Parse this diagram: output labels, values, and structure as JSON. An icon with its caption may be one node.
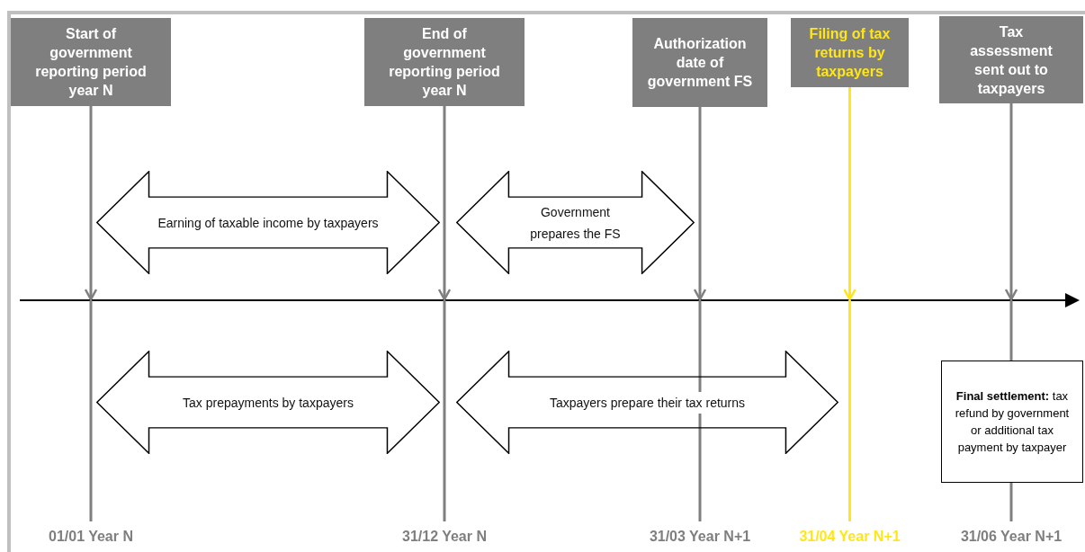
{
  "diagram": {
    "nodes": [
      {
        "text": [
          "Start of government reporting period year N"
        ]
      },
      {
        "text": [
          "End of government reporting period year N"
        ]
      },
      {
        "text": [
          "Authorization date of government FS"
        ]
      },
      {
        "text": [
          "Filing of tax returns by taxpayers"
        ]
      },
      {
        "text": [
          "Tax assessment sent out to taxpayers"
        ]
      },
      {
        "text": [
          "Earning of taxable income by taxpayers"
        ]
      },
      {
        "text": [
          "Government prepares the FS"
        ]
      },
      {
        "text": [
          "Tax prepayments by taxpayers"
        ]
      },
      {
        "text": [
          "Taxpayers prepare their tax returns"
        ]
      },
      {
        "text": [
          "**Final settlement:** tax refund by government or additional tax payment by taxpayer"
        ]
      }
    ],
    "edges": [
      {
        "from": 0,
        "to": null,
        "arrow": "to"
      },
      {
        "from": 1,
        "to": null,
        "arrow": "to"
      },
      {
        "from": 2,
        "to": null,
        "arrow": "to"
      },
      {
        "from": 3,
        "to": null,
        "arrow": "to",
        "color": "#ffe619"
      },
      {
        "from": 4,
        "to": null,
        "arrow": "to"
      }
    ],
    "labels": [
      "01/01 Year N",
      "31/12 Year N",
      "31/03 Year N+1",
      "31/04 Year N+1",
      "31/06 Year N+1"
    ]
  }
}
